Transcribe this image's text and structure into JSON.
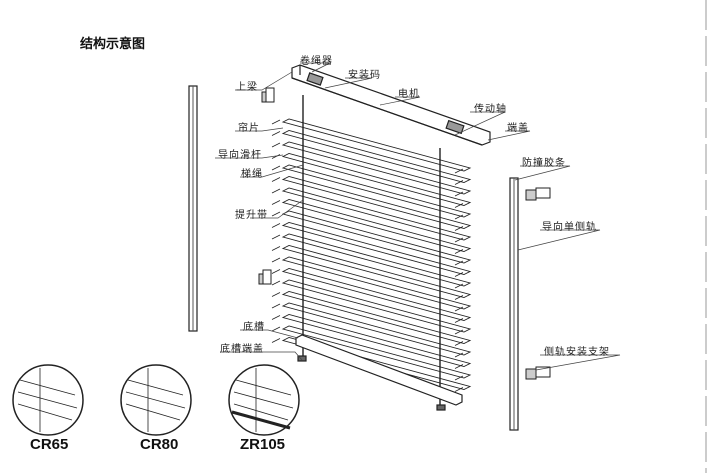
{
  "title": "结构示意图",
  "labels": {
    "roller": "卷绳器",
    "mount_clip": "安装码",
    "top_rail": "上梁",
    "motor": "电机",
    "drive_shaft": "传动轴",
    "end_cap": "端盖",
    "slat": "帘片",
    "guide_rod": "导向滑杆",
    "ladder_cord": "梯绳",
    "lift_tape": "提升带",
    "bumper_strip": "防撞胶条",
    "single_side_rail": "导向单侧轨",
    "bottom_rail": "底槽",
    "bottom_end_cap": "底槽端盖",
    "side_rail_bracket": "侧轨安装支架"
  },
  "models": [
    "CR65",
    "CR80",
    "ZR105"
  ]
}
